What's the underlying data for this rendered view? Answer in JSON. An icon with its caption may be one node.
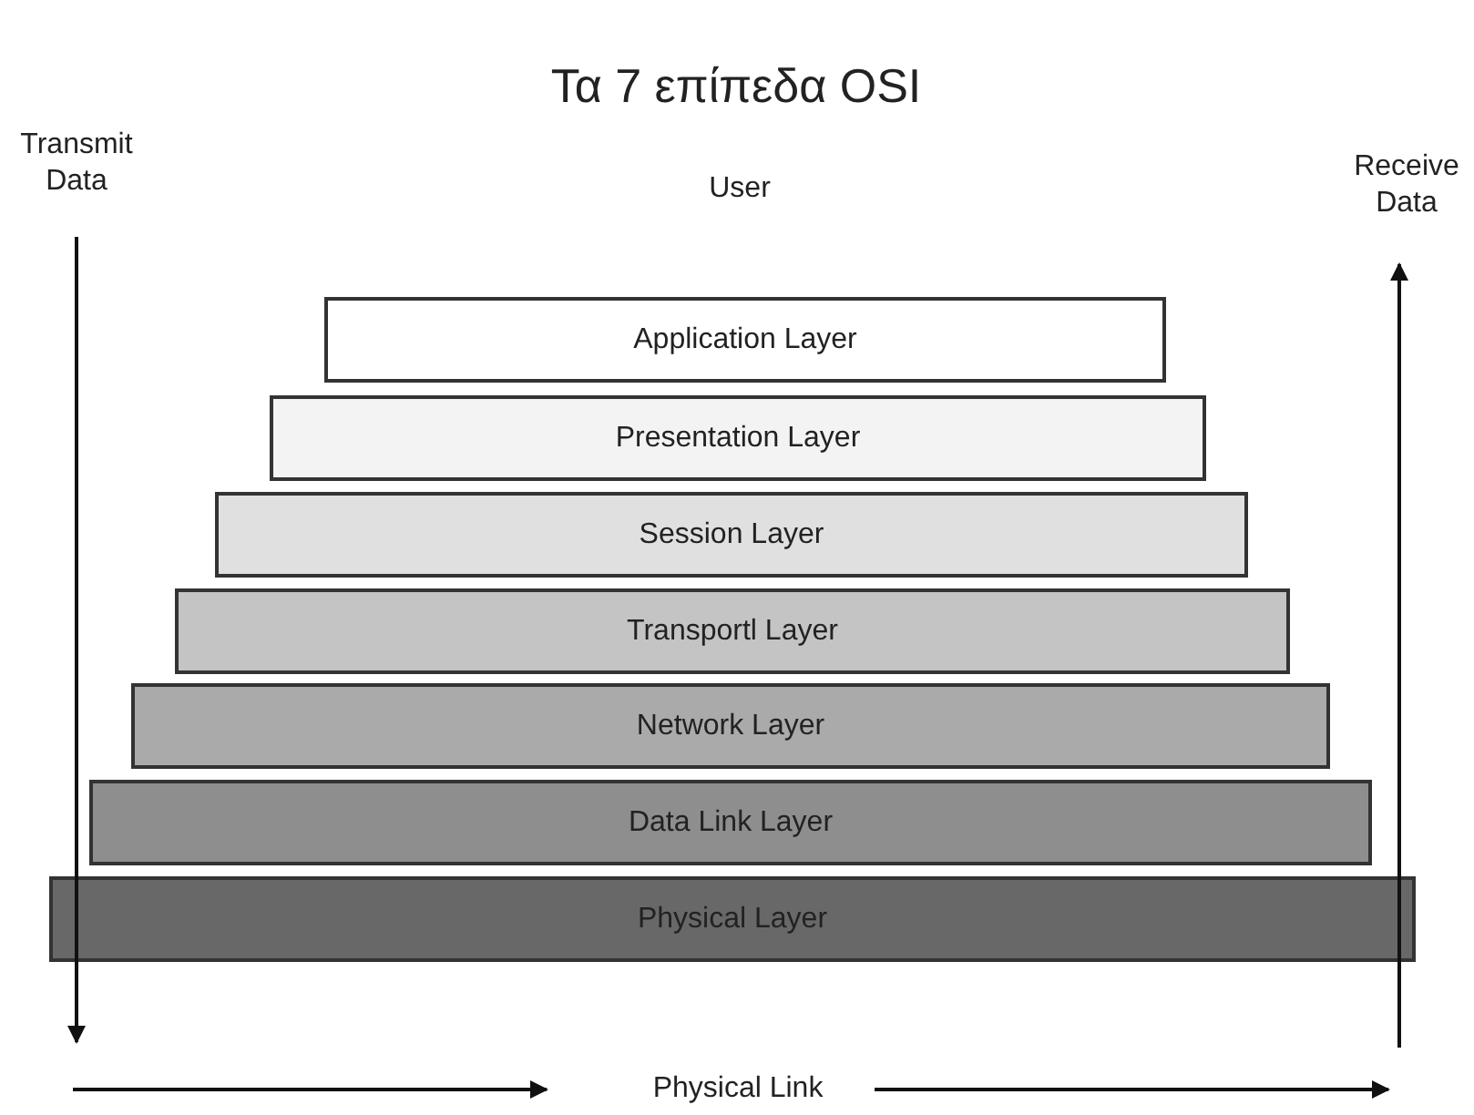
{
  "diagram": {
    "title": "Τα 7 επίπεδα OSI",
    "nodes": [
      {
        "text": [
          "Application Layer"
        ]
      },
      {
        "text": [
          "Presentation Layer"
        ]
      },
      {
        "text": [
          "Session Layer"
        ]
      },
      {
        "text": [
          "Transportl Layer"
        ]
      },
      {
        "text": [
          "Network Layer"
        ]
      },
      {
        "text": [
          "Data Link Layer"
        ]
      },
      {
        "text": [
          "Physical Layer"
        ]
      }
    ],
    "labels": [
      "Transmit Data",
      "User",
      "Receive Data",
      "Physical Link"
    ]
  }
}
